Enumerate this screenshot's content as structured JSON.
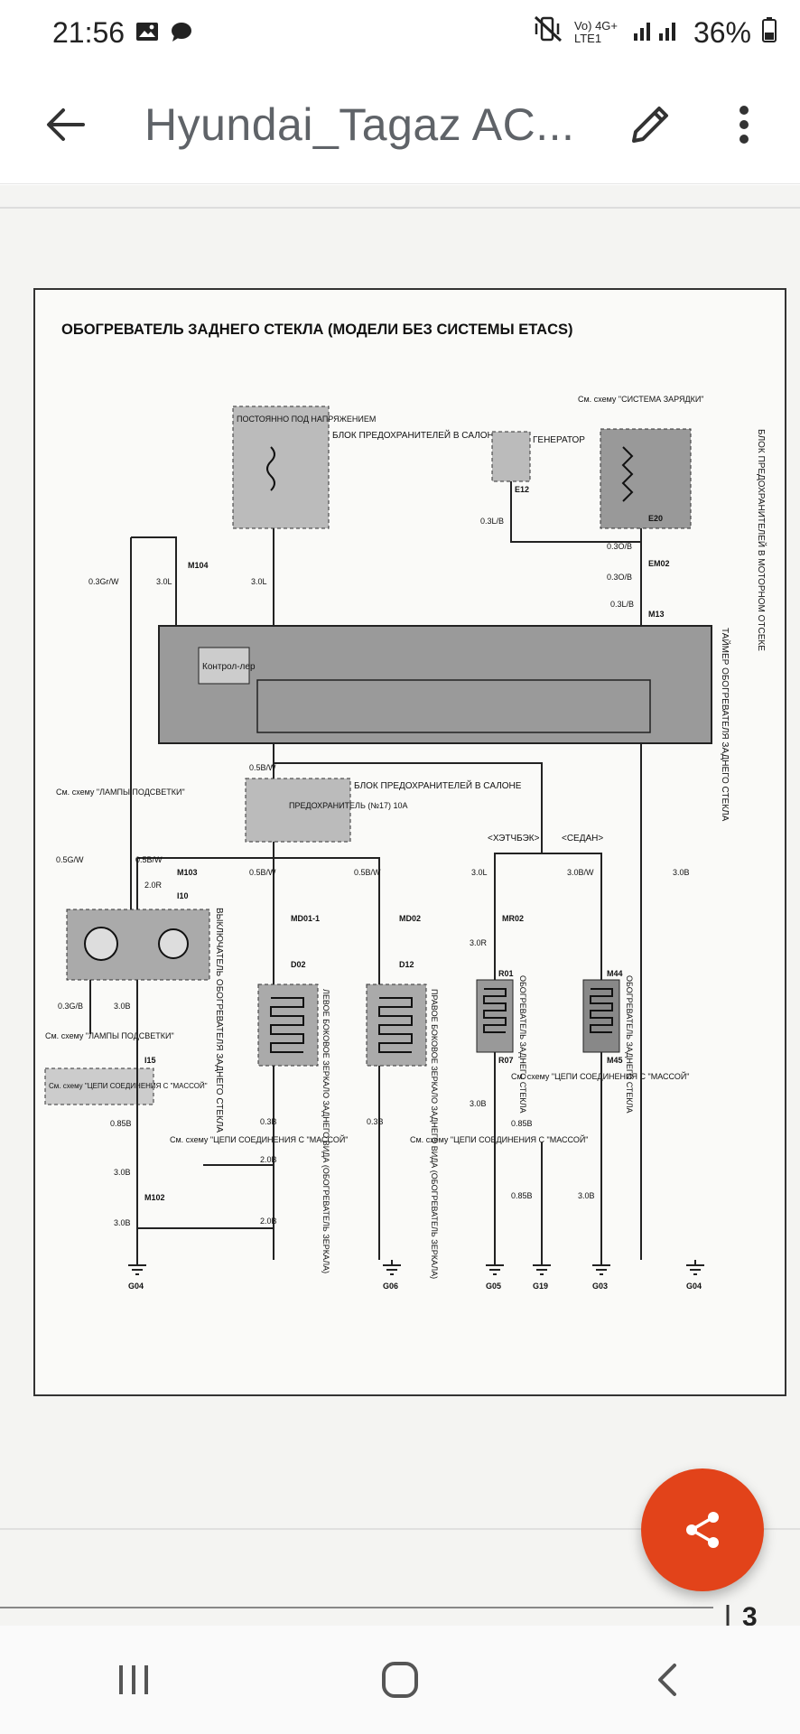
{
  "status": {
    "time": "21:56",
    "network": "Vo) 4G+ LTE1",
    "battery": "36%"
  },
  "appbar": {
    "title": "Hyundai_Tagaz AC..."
  },
  "diagram": {
    "title": "ОБОГРЕВАТЕЛЬ ЗАДНЕГО СТЕКЛА (МОДЕЛИ БЕЗ СИСТЕМЫ ETACS)",
    "top_fuse_header": "ПОСТОЯННО ПОД НАПРЯЖЕНИЕМ",
    "block_fuse_salon": "БЛОК ПРЕДОХРАНИТЕЛЕЙ В САЛОНЕ",
    "generator": "ГЕНЕРАТОР",
    "see_charging": "См. схему \"СИСТЕМА ЗАРЯДКИ\"",
    "block_fuse_engine": "БЛОК ПРЕДОХРАНИТЕЛЕЙ В МОТОРНОМ ОТСЕКЕ",
    "controller": "Контрол-лер",
    "timer": "ТАЙМЕР ОБОГРЕВАТЕЛЯ ЗАДНЕГО СТЕКЛА",
    "fuse17": "ПРЕДОХРАНИТЕЛЬ (№17) 10A",
    "see_backlight": "См. схему \"ЛАМПЫ ПОДСВЕТКИ\"",
    "see_ground": "См. схему \"ЦЕПИ СОЕДИНЕНИЯ С \"МАССОЙ\"",
    "switch_label": "ВЫКЛЮЧАТЕЛЬ ОБОГРЕВАТЕЛЯ ЗАДНЕГО СТЕКЛА",
    "hatchback": "<ХЭТЧБЭК>",
    "sedan": "<СЕДАН>",
    "left_mirror": "ЛЕВОЕ БОКОВОЕ ЗЕРКАЛО ЗАДНЕГО ВИДА (ОБОГРЕВАТЕЛЬ ЗЕРКАЛА)",
    "right_mirror": "ПРАВОЕ БОКОВОЕ ЗЕРКАЛО ЗАДНЕГО ВИДА (ОБОГРЕВАТЕЛЬ ЗЕРКАЛА)",
    "rear_heater": "ОБОГРЕВАТЕЛЬ ЗАДНЕГО СТЕКЛА",
    "wires": {
      "w1": "0.3Gr/W",
      "w2": "3.0L",
      "w3": "3.0L",
      "w4": "0.3L/B",
      "w5": "0.3O/B",
      "w6": "0.3O/B",
      "w7": "0.3L/B",
      "w8": "0.5B/W",
      "w9": "0.5G/W",
      "w10": "0.5B/W",
      "w11": "2.0R",
      "w12": "0.5B/W",
      "w13": "0.5B/W",
      "w14": "3.0L",
      "w15": "3.0B/W",
      "w16": "3.0B",
      "w17": "0.3G/B",
      "w18": "3.0B",
      "w19": "0.85B",
      "w20": "3.0B",
      "w21": "3.0B",
      "w22": "2.0B",
      "w23": "2.0B",
      "w24": "0.3B",
      "w25": "0.3B",
      "w26": "3.0R",
      "w27": "3.0B",
      "w28": "0.85B",
      "w29": "0.85B",
      "w30": "3.0B"
    },
    "connectors": {
      "c1": "M104",
      "c2": "M13",
      "c3": "EM02",
      "c4": "E20",
      "c5": "E12",
      "c6": "MD01-1",
      "c7": "MD02",
      "c8": "D02",
      "c9": "D12",
      "c10": "MR02",
      "c11": "R01",
      "c12": "R07",
      "c13": "M44",
      "c14": "M45",
      "c15": "I10",
      "c16": "I15",
      "c17": "M103",
      "c18": "M102"
    },
    "grounds": [
      "G04",
      "G06",
      "G05",
      "G19",
      "G03",
      "G04"
    ],
    "page_fragment": "3"
  }
}
